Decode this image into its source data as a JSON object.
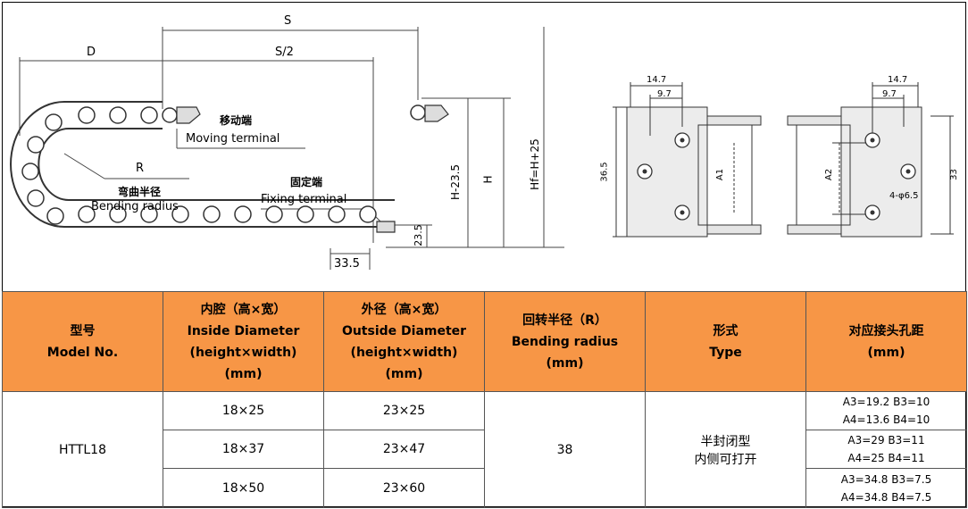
{
  "diagram": {
    "left": {
      "dim_S": "S",
      "dim_D": "D",
      "dim_S2": "S/2",
      "dim_R": "R",
      "moving_cn": "移动端",
      "moving_en": "Moving terminal",
      "bending_cn": "弯曲半径",
      "bending_en": "Bending radius",
      "fixing_cn": "固定端",
      "fixing_en": "Fixing terminal",
      "dim_23_5": "23.5",
      "dim_33_5": "33.5",
      "dim_H_23_5": "H-23.5",
      "dim_H": "H",
      "dim_Hf": "Hf=H+25"
    },
    "right": {
      "top_14_7_a": "14.7",
      "top_9_7_a": "9.7",
      "top_14_7_b": "14.7",
      "top_9_7_b": "9.7",
      "dim_36_5": "36.5",
      "dim_A1": "A1",
      "dim_A2": "A2",
      "dim_33": "33",
      "holes": "4-φ6.5"
    }
  },
  "table": {
    "headers": [
      {
        "lines": [
          "型号",
          "Model No."
        ]
      },
      {
        "lines": [
          "内腔（高×宽）",
          "Inside Diameter",
          "(height×width)",
          "(mm)"
        ]
      },
      {
        "lines": [
          "外径（高×宽）",
          "Outside Diameter",
          "(height×width)",
          "(mm)"
        ]
      },
      {
        "lines": [
          "回转半径（R）",
          "Bending radius",
          "(mm)"
        ]
      },
      {
        "lines": [
          "形式",
          "Type"
        ]
      },
      {
        "lines": [
          "对应接头孔距",
          "(mm)"
        ]
      }
    ],
    "model": "HTTL18",
    "bending_radius": "38",
    "type_line1": "半封闭型",
    "type_line2": "内侧可打开",
    "rows": [
      {
        "inside": "18×25",
        "outside": "23×25",
        "holes_a": "A3=19.2 B3=10",
        "holes_b": "A4=13.6 B4=10"
      },
      {
        "inside": "18×37",
        "outside": "23×47",
        "holes_a": "A3=29 B3=11",
        "holes_b": "A4=25 B4=11"
      },
      {
        "inside": "18×50",
        "outside": "23×60",
        "holes_a": "A3=34.8 B3=7.5",
        "holes_b": "A4=34.8 B4=7.5"
      }
    ]
  }
}
